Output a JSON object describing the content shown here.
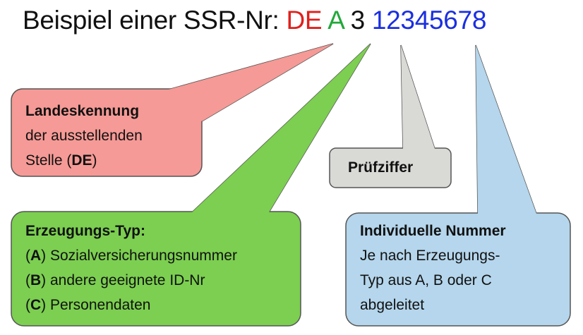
{
  "title": {
    "prefix": "Beispiel einer SSR-Nr:",
    "country": "DE",
    "type": "A",
    "check": "3",
    "number": "12345678"
  },
  "colors": {
    "country": "#e0201c",
    "type": "#22a83a",
    "number": "#1a2fe0",
    "red_box": "#f59a96",
    "green_box": "#7ccf50",
    "gray_box": "#d9d9d6",
    "blue_box": "#b5d6ec"
  },
  "red_box": {
    "heading": "Landeskennung",
    "line2": "der ausstellenden",
    "line3_prefix": "Stelle (",
    "line3_bold": "DE",
    "line3_suffix": ")"
  },
  "gray_box": {
    "label": "Prüfziffer"
  },
  "green_box": {
    "heading": "Erzeugungs-Typ:",
    "items": [
      {
        "code": "A",
        "text": "Sozialversicherungsnummer"
      },
      {
        "code": "B",
        "text": "andere geeignete ID-Nr"
      },
      {
        "code": "C",
        "text": "Personendaten"
      }
    ]
  },
  "blue_box": {
    "heading": "Individuelle Nummer",
    "line2": "Je nach Erzeugungs-",
    "line3": "Typ aus A, B oder C",
    "line4": "abgeleitet"
  }
}
